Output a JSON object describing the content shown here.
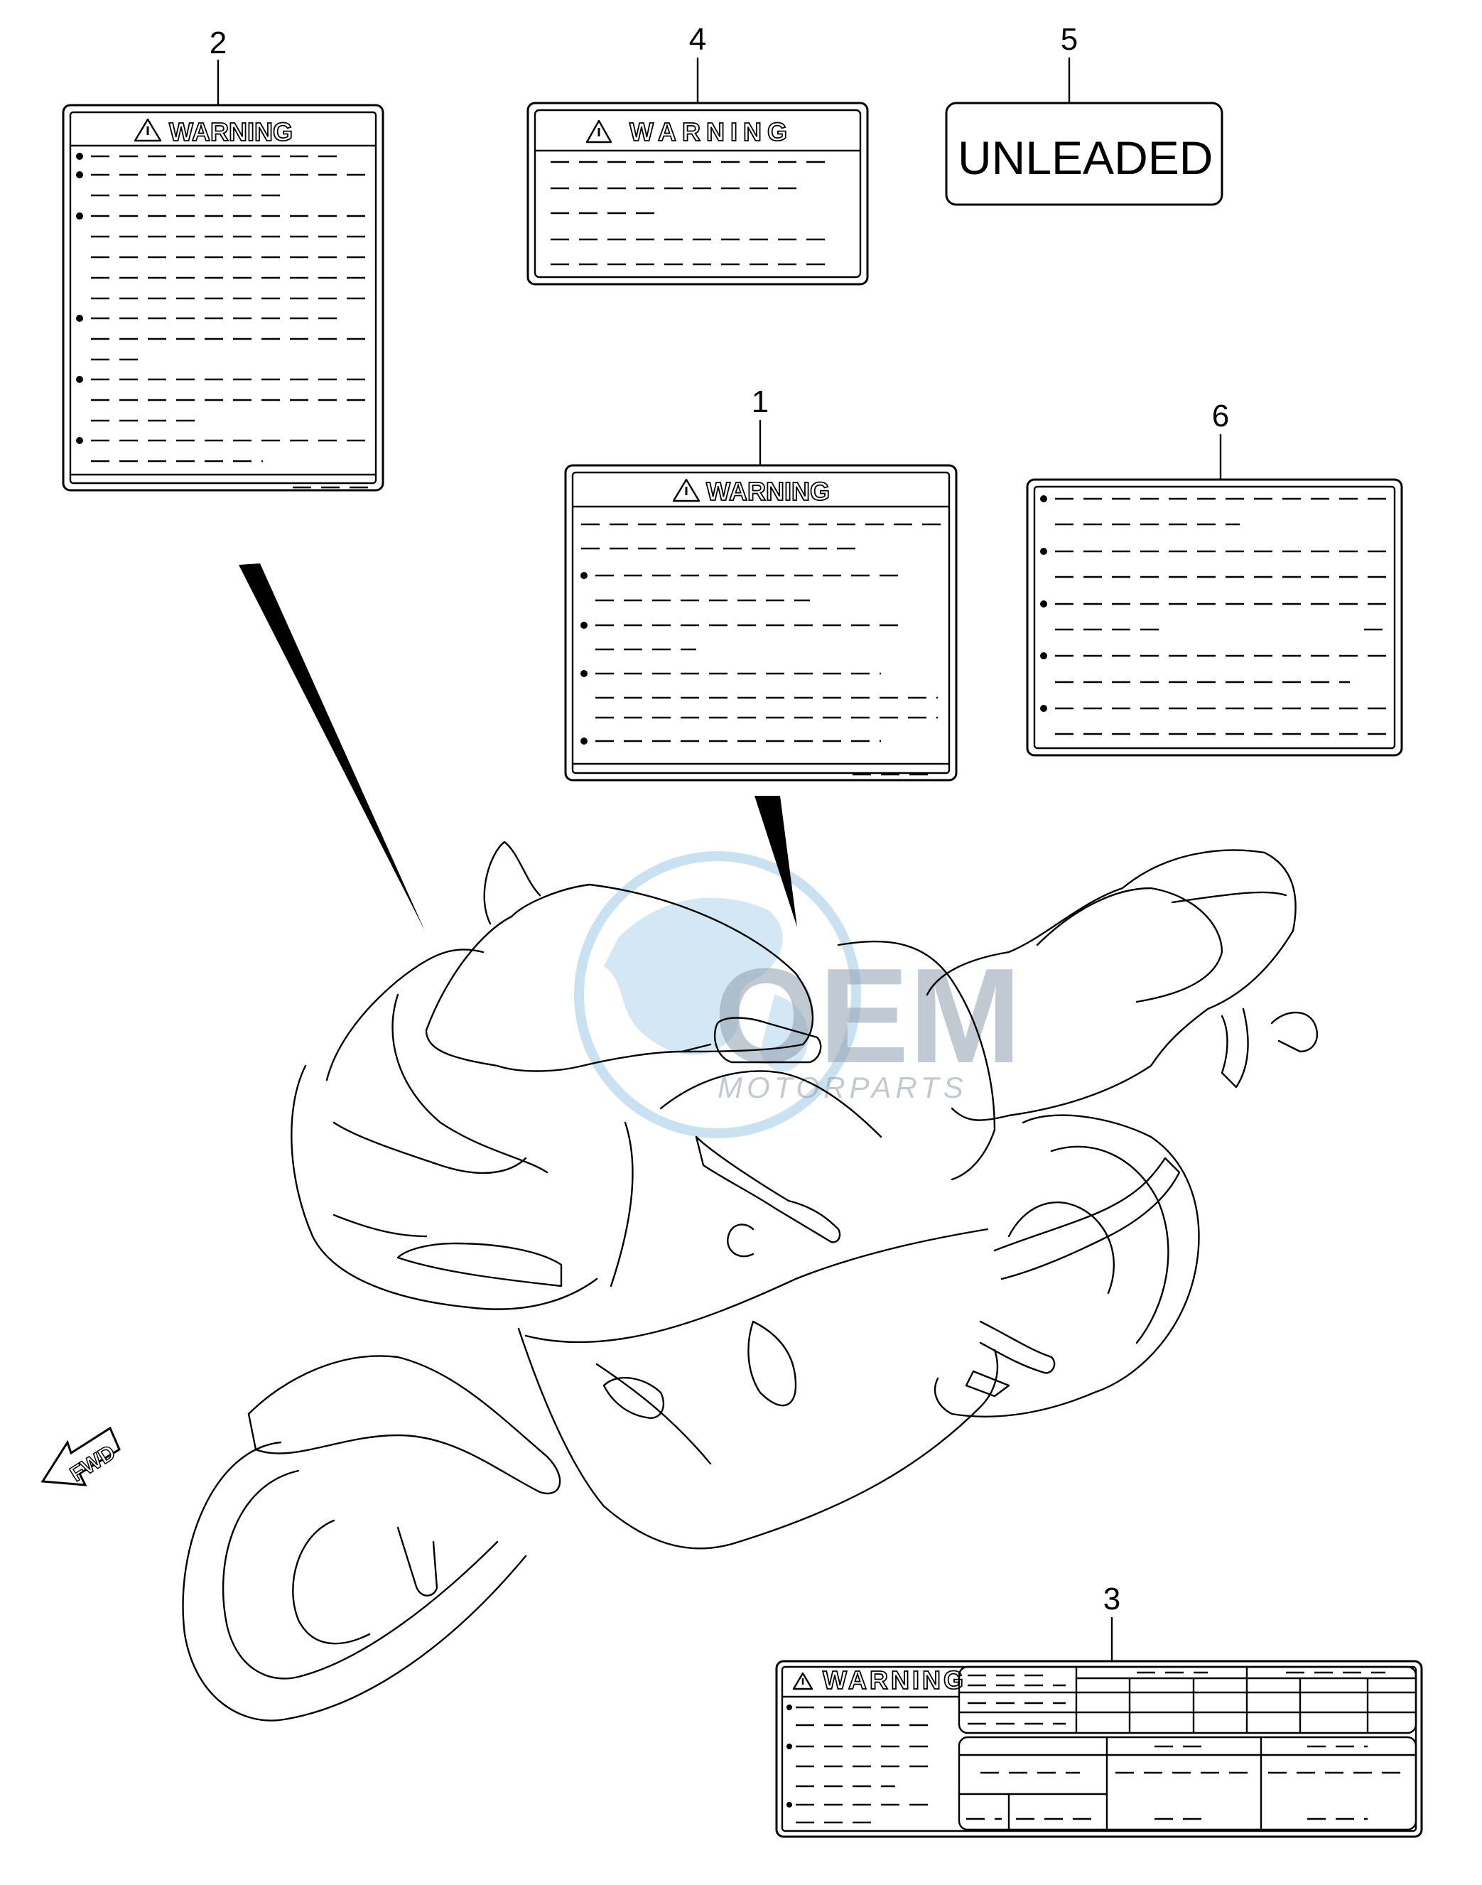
{
  "labels": [
    {
      "callout": "2",
      "heading": "WARNING"
    },
    {
      "callout": "4",
      "heading": "WARNING"
    },
    {
      "callout": "5",
      "text": "UNLEADED"
    },
    {
      "callout": "1",
      "heading": "WARNING"
    },
    {
      "callout": "6"
    },
    {
      "callout": "3",
      "heading": "WARNING"
    }
  ],
  "direction_arrow": {
    "text": "FWD",
    "icon": "forward-arrow-icon"
  },
  "watermark": {
    "brand": "OEM",
    "sub": "MOTORPARTS",
    "icon": "globe-icon",
    "color": "#8fa0ae"
  }
}
